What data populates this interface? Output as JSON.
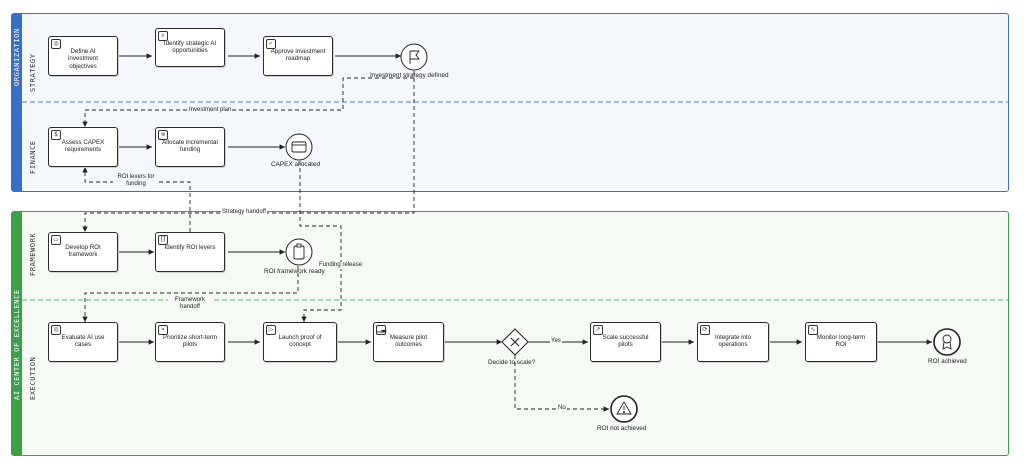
{
  "pools": {
    "organization": {
      "label": "ORGANIZATION",
      "color": "#3a6fc6",
      "fill": "#f4f8fc"
    },
    "ai_coe": {
      "label": "AI CENTER OF EXCELLENCE",
      "color": "#3da049",
      "fill": "#f5faf5"
    }
  },
  "lanes": {
    "strategy": "STRATEGY",
    "finance": "FINANCE",
    "framework": "FRAMEWORK",
    "execution": "EXECUTION"
  },
  "tasks": {
    "define_objectives": {
      "label": "Define AI investment objectives",
      "icon": "target-icon"
    },
    "identify_opportunities": {
      "label": "Identify strategic AI opportunities",
      "icon": "search-icon"
    },
    "approve_roadmap": {
      "label": "Approve investment roadmap",
      "icon": "check-icon"
    },
    "assess_capex": {
      "label": "Assess CAPEX requirements",
      "icon": "dollar-icon"
    },
    "allocate_funding": {
      "label": "Allocate incremental funding",
      "icon": "layers-icon"
    },
    "develop_framework": {
      "label": "Develop ROI framework",
      "icon": "window-icon"
    },
    "identify_levers": {
      "label": "Identify ROI levers",
      "icon": "bracket-icon"
    },
    "evaluate_use_cases": {
      "label": "Evaluate AI use cases",
      "icon": "target-icon"
    },
    "prioritize_pilots": {
      "label": "Prioritize short-term pilots",
      "icon": "fast-forward-icon"
    },
    "launch_poc": {
      "label": "Launch proof of concept",
      "icon": "play-icon"
    },
    "measure_outcomes": {
      "label": "Measure pilot outcomes",
      "icon": "bar-chart-icon"
    },
    "scale_pilots": {
      "label": "Scale successful pilots",
      "icon": "trend-up-icon"
    },
    "integrate_operations": {
      "label": "Integrate into operations",
      "icon": "repeat-icon"
    },
    "monitor_roi": {
      "label": "Monitor long-term ROI",
      "icon": "pulse-icon"
    }
  },
  "events": {
    "strategy_defined": {
      "label": "Investment strategy defined",
      "icon": "flag-icon"
    },
    "capex_allocated": {
      "label": "CAPEX allocated",
      "icon": "card-icon"
    },
    "framework_ready": {
      "label": "ROI framework ready",
      "icon": "clipboard-icon"
    },
    "roi_achieved": {
      "label": "ROI achieved",
      "icon": "award-icon"
    },
    "roi_not_achieved": {
      "label": "ROI not achieved",
      "icon": "warning-icon"
    }
  },
  "gateway": {
    "label": "Decide to scale?",
    "yes": "Yes",
    "no": "No"
  },
  "message_flows": {
    "investment_plan": "Investment plan",
    "roi_levers_funding": "ROI levers for funding",
    "strategy_handoff": "Strategy handoff",
    "funding_release": "Funding release",
    "framework_handoff": "Framework handoff"
  }
}
